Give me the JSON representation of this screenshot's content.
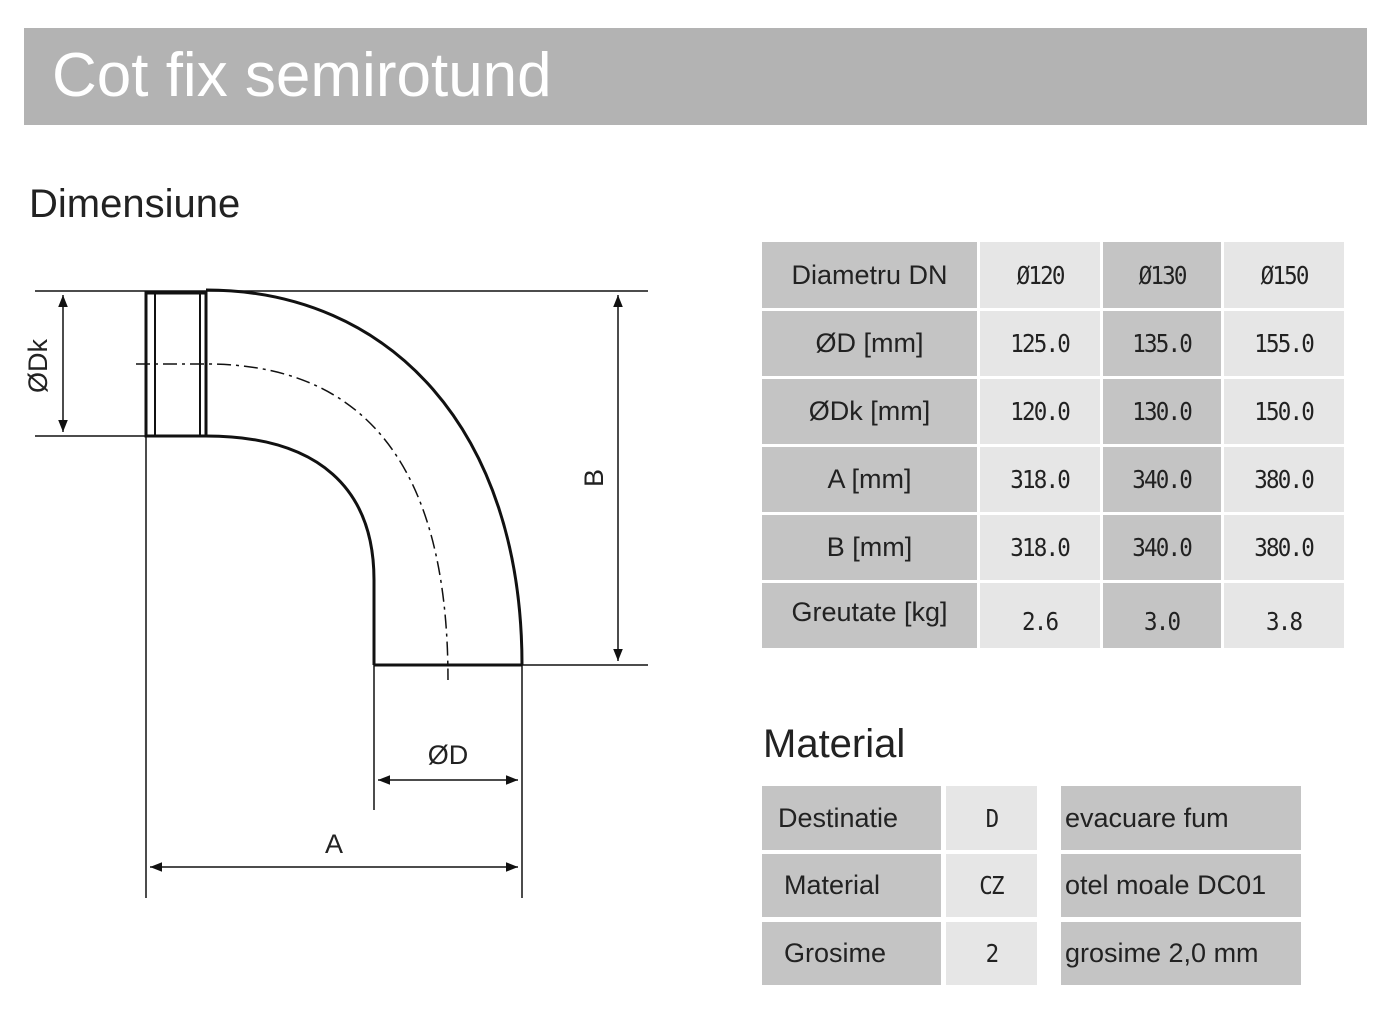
{
  "title": "Cot fix semirotund",
  "section_dimensions": "Dimensiune",
  "section_material": "Material",
  "drawing_labels": {
    "dk": "ØDk",
    "b": "B",
    "d": "ØD",
    "a": "A"
  },
  "dimensions_table": {
    "headers": [
      "Diametru DN",
      "Ø120",
      "Ø130",
      "Ø150"
    ],
    "rows": [
      [
        "ØD [mm]",
        "125.0",
        "135.0",
        "155.0"
      ],
      [
        "ØDk [mm]",
        "120.0",
        "130.0",
        "150.0"
      ],
      [
        "A [mm]",
        "318.0",
        "340.0",
        "380.0"
      ],
      [
        "B [mm]",
        "318.0",
        "340.0",
        "380.0"
      ],
      [
        "Greutate [kg]",
        "2.6",
        "3.0",
        "3.8"
      ]
    ]
  },
  "material_table": {
    "rows": [
      [
        "Destinatie",
        "D",
        "evacuare fum"
      ],
      [
        "Material",
        "CZ",
        "otel moale  DC01"
      ],
      [
        "Grosime",
        "2",
        "grosime 2,0 mm"
      ]
    ]
  },
  "colors": {
    "header_bar": "#b3b3b3",
    "cell_dark": "#c4c4c4",
    "cell_light": "#e6e6e6"
  }
}
